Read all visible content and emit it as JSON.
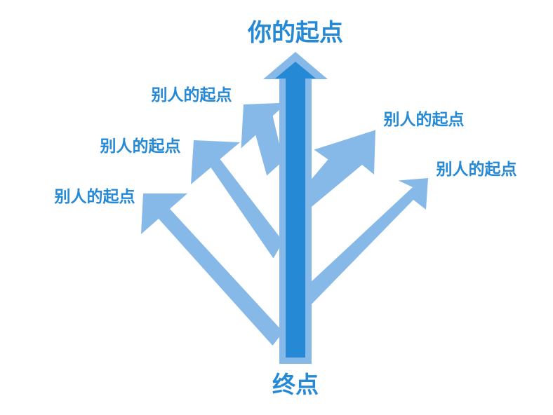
{
  "diagram": {
    "title": "你的起点",
    "end_label": "终点",
    "branches": [
      {
        "label": "别人的起点"
      },
      {
        "label": "别人的起点"
      },
      {
        "label": "别人的起点"
      },
      {
        "label": "别人的起点"
      },
      {
        "label": "别人的起点"
      }
    ]
  },
  "colors": {
    "main_arrow": "#2589d6",
    "main_arrow_halo": "#86b8e8",
    "branch_arrow": "#86b8e8",
    "text": "#2589d6"
  }
}
